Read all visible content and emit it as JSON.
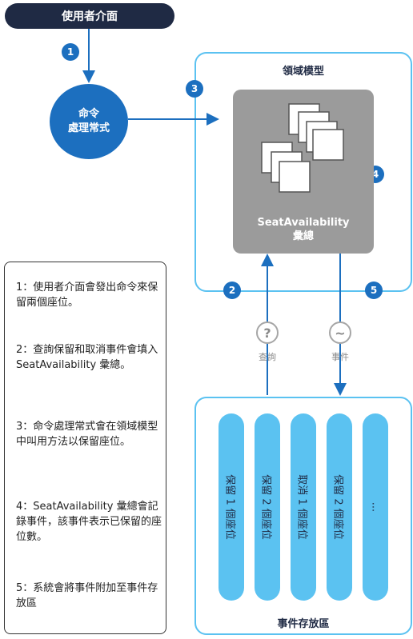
{
  "ui_label": "使用者介面",
  "handler": {
    "line1": "命令",
    "line2": "處理常式"
  },
  "domain_title": "領域模型",
  "aggregate": {
    "name": "SeatAvailability",
    "suffix": "彙總"
  },
  "badges": [
    "1",
    "2",
    "3",
    "4",
    "5"
  ],
  "flows": {
    "query_label": "查詢",
    "query_icon": "?",
    "event_label": "事件",
    "event_icon": "~"
  },
  "store_title": "事件存放區",
  "events": [
    "保留 1 個座位",
    "保留 2 個座位",
    "取消 1 個座位",
    "保留 2 個座位",
    "..."
  ],
  "legend": [
    "1：使用者介面會發出命令來保留兩個座位。",
    "2：查詢保留和取消事件會填入 SeatAvailability 彙總。",
    "3：命令處理常式會在領域模型中叫用方法以保留座位。",
    "4：SeatAvailability 彙總會記錄事件，該事件表示已保留的座位數。",
    "5：系統會將事件附加至事件存放區"
  ],
  "colors": {
    "dark": "#1f2a44",
    "blue": "#1c6fbf",
    "light_blue": "#5bc2f1",
    "gray": "#9b9b9b",
    "border": "#5bc2f1"
  },
  "icons": [
    "arrow-icon",
    "document-stack-icon",
    "question-icon",
    "wave-icon"
  ]
}
